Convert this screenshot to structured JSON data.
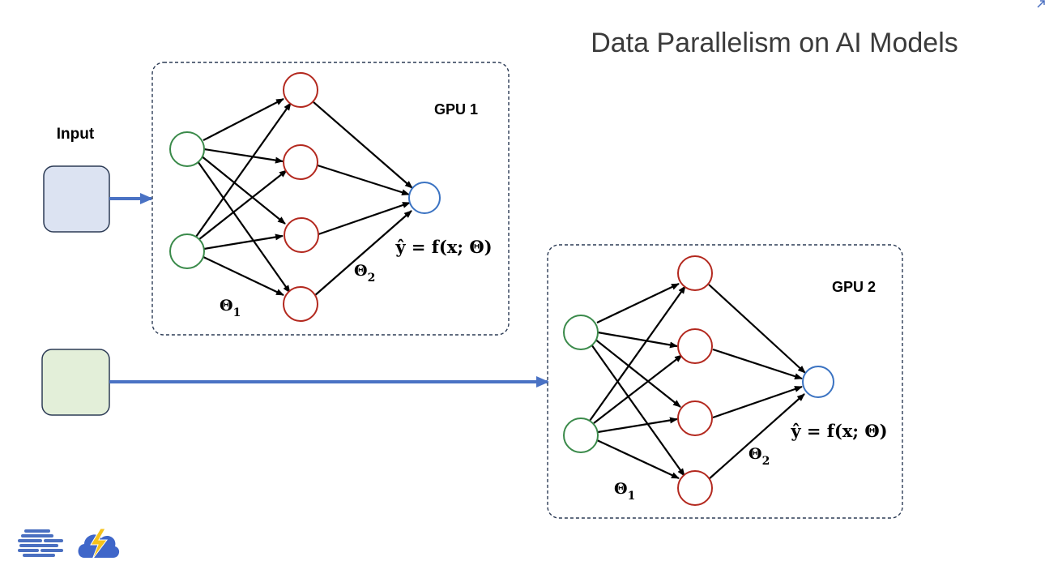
{
  "title": "Data Parallelism on AI Models",
  "input_label": "Input",
  "gpus": [
    {
      "label": "GPU 1",
      "output_eq": "ŷ = f(x; Θ)",
      "theta1": "Θ",
      "theta1_sub": "1",
      "theta2": "Θ",
      "theta2_sub": "2"
    },
    {
      "label": "GPU 2",
      "output_eq": "ŷ = f(x; Θ)",
      "theta1": "Θ",
      "theta1_sub": "1",
      "theta2": "Θ",
      "theta2_sub": "2"
    }
  ],
  "inputs": [
    {
      "name": "input-batch-1",
      "color": "#dce3f2"
    },
    {
      "name": "input-batch-2",
      "color": "#e3efd9"
    }
  ],
  "colors": {
    "arrow": "#4a72c4",
    "input_node": "#3a8a4a",
    "hidden_node": "#b3281e",
    "output_node": "#3b73c2"
  },
  "icons": [
    "stacked-lines-logo-icon",
    "cloud-lightning-logo-icon",
    "expand-arrow-icon"
  ]
}
